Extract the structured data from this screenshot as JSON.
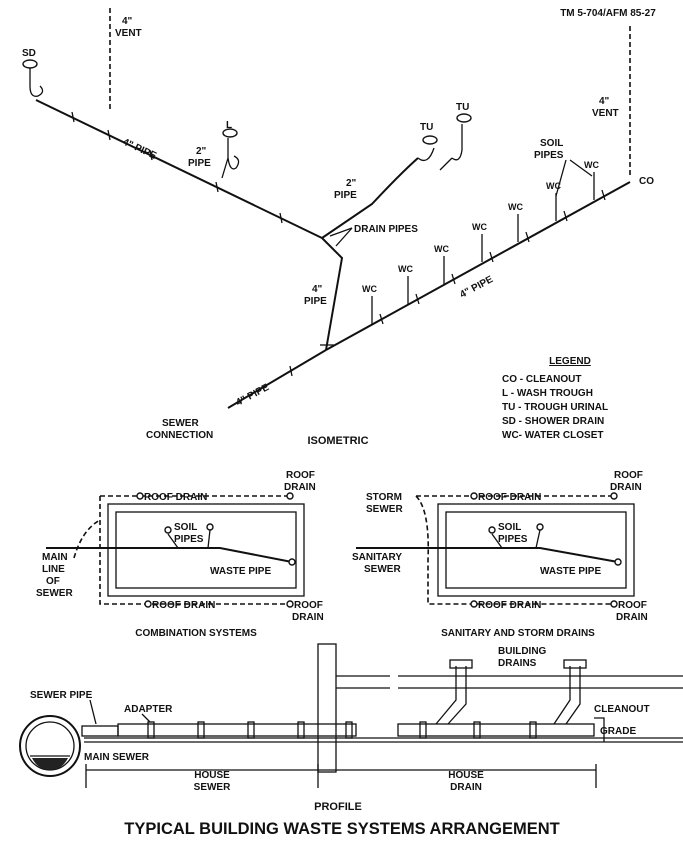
{
  "doc_ref": "TM 5-704/AFM 85-27",
  "title": "TYPICAL BUILDING WASTE SYSTEMS ARRANGEMENT",
  "isometric": {
    "heading": "ISOMETRIC",
    "vent_left": [
      "4\"",
      "VENT"
    ],
    "vent_right": [
      "4\"",
      "VENT"
    ],
    "sd": "SD",
    "l": "L",
    "tu_a": "TU",
    "tu_b": "TU",
    "co": "CO",
    "pipe_4_upper": "4\" PIPE",
    "pipe_2_left": [
      "2\"",
      "PIPE"
    ],
    "pipe_2_mid": [
      "2\"",
      "PIPE"
    ],
    "drain_pipes": "DRAIN PIPES",
    "pipe_4_vertical": [
      "4\"",
      "PIPE"
    ],
    "pipe_4_main": "4\" PIPE",
    "pipe_4_lower": "4\" PIPE",
    "soil_pipes": [
      "SOIL",
      "PIPES"
    ],
    "wc": [
      "WC",
      "WC",
      "WC",
      "WC",
      "WC",
      "WC",
      "WC"
    ],
    "sewer_connection": [
      "SEWER",
      "CONNECTION"
    ]
  },
  "legend": {
    "heading": "LEGEND",
    "items": [
      "CO - CLEANOUT",
      "L - WASH TROUGH",
      "TU - TROUGH URINAL",
      "SD - SHOWER DRAIN",
      "WC- WATER CLOSET"
    ]
  },
  "combination": {
    "caption": "COMBINATION SYSTEMS",
    "roof_drain_top": "ROOF DRAIN",
    "roof_drain_corner_top": [
      "ROOF",
      "DRAIN"
    ],
    "soil_pipes": [
      "SOIL",
      "PIPES"
    ],
    "main_line": [
      "MAIN",
      "LINE",
      "OF",
      "SEWER"
    ],
    "waste_pipe": "WASTE PIPE",
    "roof_drain_bottom": "ROOF DRAIN",
    "roof_drain_corner_bottom": [
      "ROOF",
      "DRAIN"
    ]
  },
  "sanitary": {
    "caption": "SANITARY AND STORM DRAINS",
    "storm_sewer": [
      "STORM",
      "SEWER"
    ],
    "roof_drain_top": "ROOF DRAIN",
    "roof_drain_corner_top": [
      "ROOF",
      "DRAIN"
    ],
    "soil_pipes": [
      "SOIL",
      "PIPES"
    ],
    "sanitary_sewer": [
      "SANITARY",
      "SEWER"
    ],
    "waste_pipe": "WASTE PIPE",
    "roof_drain_bottom": "ROOF DRAIN",
    "roof_drain_corner_bottom": [
      "ROOF",
      "DRAIN"
    ]
  },
  "profile": {
    "caption": "PROFILE",
    "sewer_pipe": "SEWER PIPE",
    "adapter": "ADAPTER",
    "main_sewer": "MAIN SEWER",
    "building_drains": [
      "BUILDING",
      "DRAINS"
    ],
    "cleanout": "CLEANOUT",
    "grade": "GRADE",
    "house_sewer": [
      "HOUSE",
      "SEWER"
    ],
    "house_drain": [
      "HOUSE",
      "DRAIN"
    ]
  }
}
